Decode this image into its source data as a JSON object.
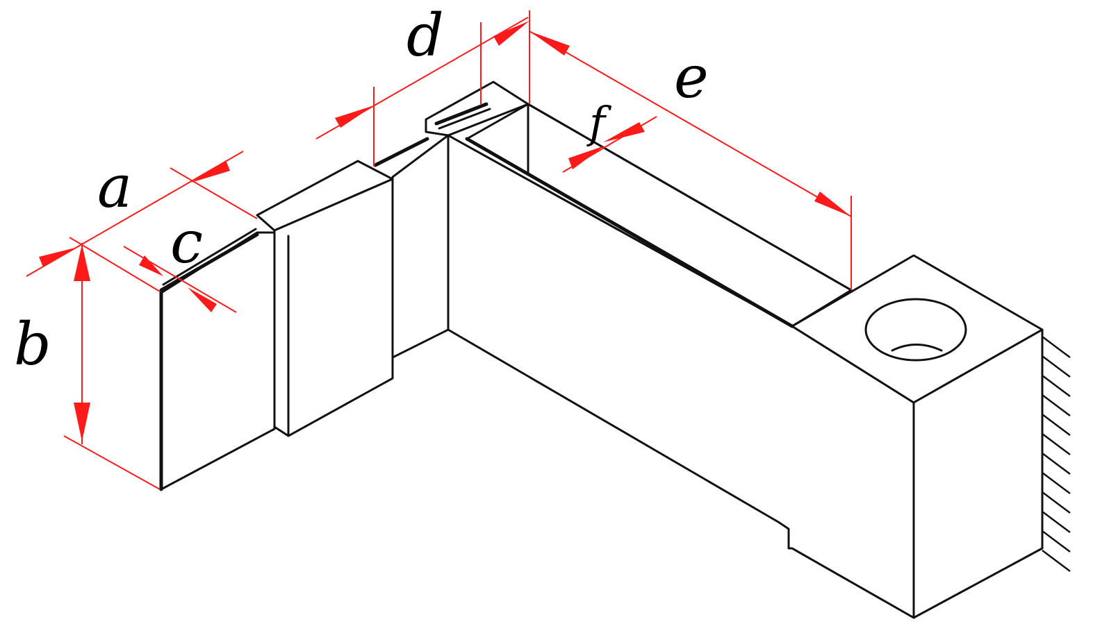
{
  "dimension_labels": {
    "a": "a",
    "b": "b",
    "c": "c",
    "d": "d",
    "e": "e",
    "f": "f"
  },
  "colors": {
    "dimension_lines": "#ff1a1a",
    "outline": "#111111",
    "background": "#ffffff"
  }
}
